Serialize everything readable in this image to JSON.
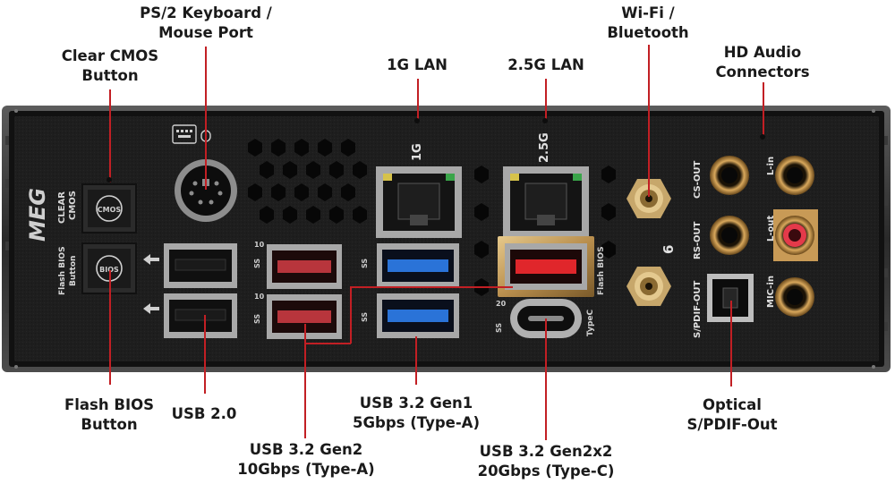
{
  "callouts": {
    "clear_cmos": [
      "Clear CMOS",
      "Button"
    ],
    "ps2": [
      "PS/2 Keyboard /",
      "Mouse Port"
    ],
    "lan1g": [
      "1G LAN"
    ],
    "lan25g": [
      "2.5G LAN"
    ],
    "wifi": [
      "Wi-Fi /",
      "Bluetooth"
    ],
    "hd_audio": [
      "HD Audio",
      "Connectors"
    ],
    "flash_bios": [
      "Flash BIOS",
      "Button"
    ],
    "usb20": [
      "USB 2.0"
    ],
    "usb32g2": [
      "USB 3.2 Gen2",
      "10Gbps (Type-A)"
    ],
    "usb32g1": [
      "USB 3.2 Gen1",
      "5Gbps (Type-A)"
    ],
    "usb32g2x2": [
      "USB 3.2 Gen2x2",
      "20Gbps (Type-C)"
    ],
    "optical": [
      "Optical",
      "S/PDIF-Out"
    ]
  },
  "panel_labels": {
    "brand": "MEG",
    "clear_cmos": [
      "CLEAR",
      "CMOS"
    ],
    "flash_bios": [
      "Flash BIOS",
      "Button"
    ],
    "cmos_btn": "CMOS",
    "bios_btn": "BIOS",
    "lan1": "1G",
    "lan2": "2.5G",
    "usb10a": "10",
    "usb10b": "10",
    "usb20c": "20",
    "flash_bios_side": "Flash BIOS",
    "typec": "TypeC",
    "cs_out": "CS-OUT",
    "rs_out": "RS-OUT",
    "spdif_out": "S/PDIF-OUT",
    "l_in": "L-in",
    "l_out": "L-out",
    "mic_in": "MIC-in",
    "ss": "SS",
    "wifi_6e": "6"
  },
  "colors": {
    "leader": "#c21f24",
    "panel": "#1d1d1d",
    "usb_gen2": "#b8353c",
    "usb_gen1": "#2a73d8",
    "usb_flash": "#e0262b",
    "gold": "#c8a15e",
    "audio_ring": "#c89a56",
    "audio_pink": "#e43a4a"
  }
}
